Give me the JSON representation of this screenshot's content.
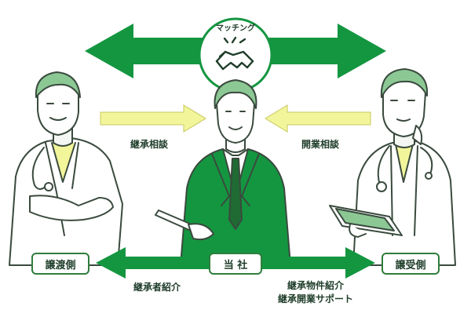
{
  "colors": {
    "green": "#149640",
    "dark_green": "#2f7d3c",
    "light_green": "#8cc894",
    "pale_yellow": "#f2f59a",
    "outline": "#3a4a3e",
    "text": "#1f3d2a"
  },
  "icons": {
    "matching": "handshake-icon"
  },
  "matching": {
    "label": "マッチング"
  },
  "arrows": {
    "left_request": "継承相談",
    "right_request": "開業相談",
    "bottom_left": "継承者紹介",
    "bottom_right_line1": "継承物件紹介",
    "bottom_right_line2": "継承開業サポート"
  },
  "parties": {
    "seller": "譲渡側",
    "company": "当 社",
    "buyer": "譲受側"
  }
}
